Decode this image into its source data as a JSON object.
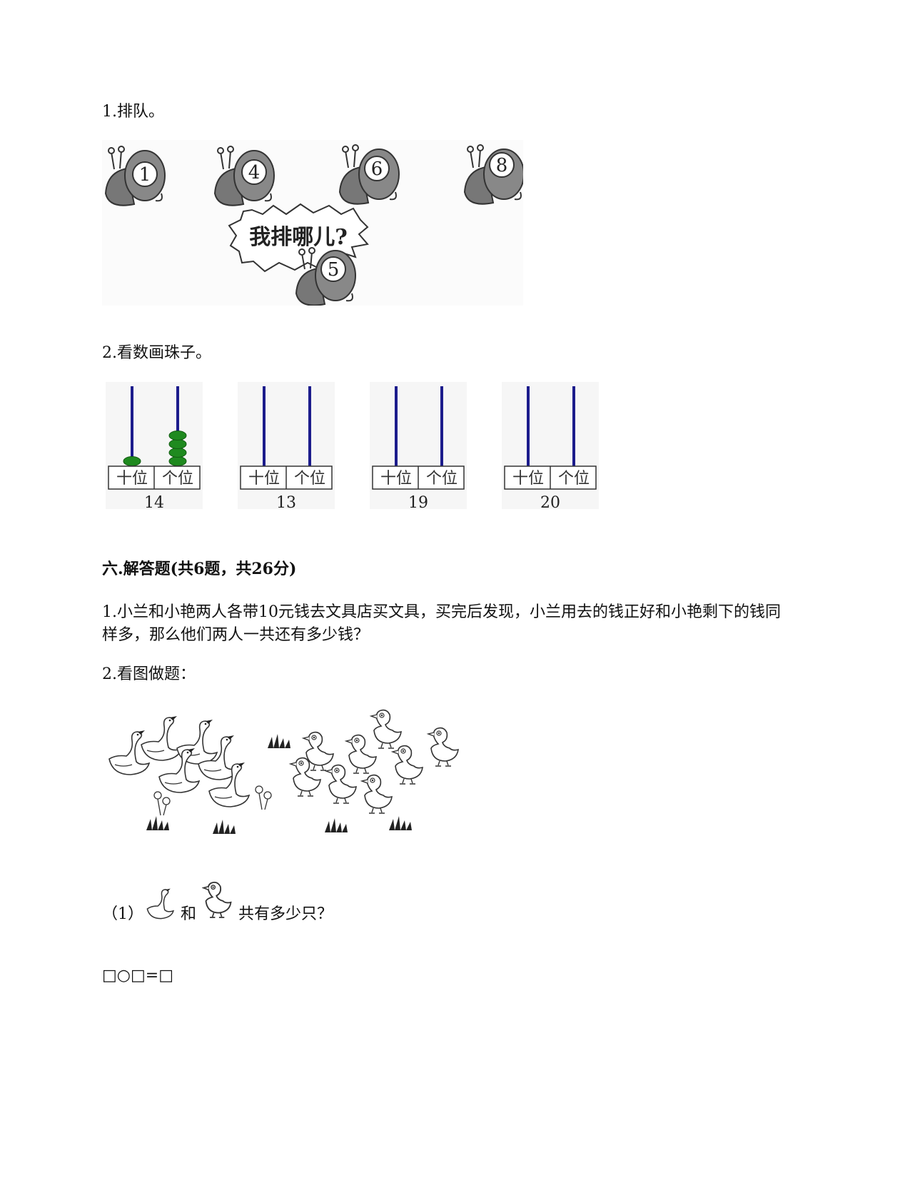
{
  "q1": {
    "title": "1.排队。",
    "snails": [
      "1",
      "4",
      "6",
      "8"
    ],
    "bubble_text": "我排哪儿?",
    "new_snail": "5"
  },
  "q2": {
    "title": "2.看数画珠子。",
    "place_tens": "十位",
    "place_ones": "个位",
    "abaci": [
      {
        "number": "14",
        "tens_beads": 1,
        "ones_beads": 4
      },
      {
        "number": "13",
        "tens_beads": 0,
        "ones_beads": 0
      },
      {
        "number": "19",
        "tens_beads": 0,
        "ones_beads": 0
      },
      {
        "number": "20",
        "tens_beads": 0,
        "ones_beads": 0
      }
    ]
  },
  "section6": {
    "heading": "六.解答题(共6题，共26分)",
    "p1": "1.小兰和小艳两人各带10元钱去文具店买文具，买完后发现，小兰用去的钱正好和小艳剩下的钱同样多，那么他们两人一共还有多少钱？",
    "p2_title": "2.看图做题：",
    "sub1_prefix": "（1）",
    "sub1_and": "和",
    "sub1_suffix": "共有多少只？",
    "formula": "□○□=□"
  },
  "colors": {
    "rod": "#1c1c8c",
    "bead": "#1f8a1f",
    "snail": "#777777"
  }
}
